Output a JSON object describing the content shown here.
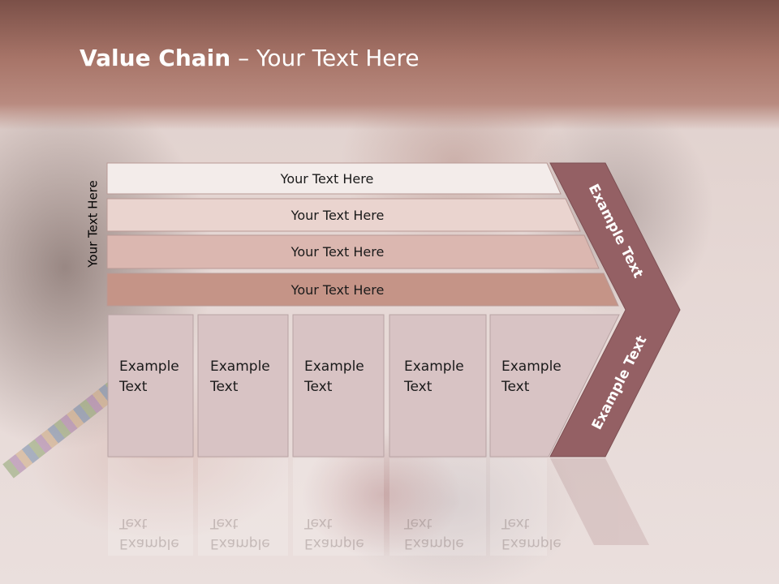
{
  "title": {
    "bold": "Value Chain",
    "rest": " – Your Text Here"
  },
  "side_label": "Your Text Here",
  "bars": [
    {
      "label": "Your Text Here"
    },
    {
      "label": "Your Text Here"
    },
    {
      "label": "Your Text Here"
    },
    {
      "label": "Your Text Here"
    }
  ],
  "boxes": [
    {
      "line1": "Example",
      "line2": "Text"
    },
    {
      "line1": "Example",
      "line2": "Text"
    },
    {
      "line1": "Example",
      "line2": "Text"
    },
    {
      "line1": "Example",
      "line2": "Text"
    },
    {
      "line1": "Example",
      "line2": "Text"
    }
  ],
  "chevron": {
    "upper": "Example Text",
    "lower": "Example Text"
  },
  "colors": {
    "chevron": "#946064",
    "bar_1": "#f3ecea",
    "bar_2": "#ead4cf",
    "bar_3": "#dbb7b0",
    "bar_4": "#c59487",
    "box_fill": "#d8c3c4"
  }
}
